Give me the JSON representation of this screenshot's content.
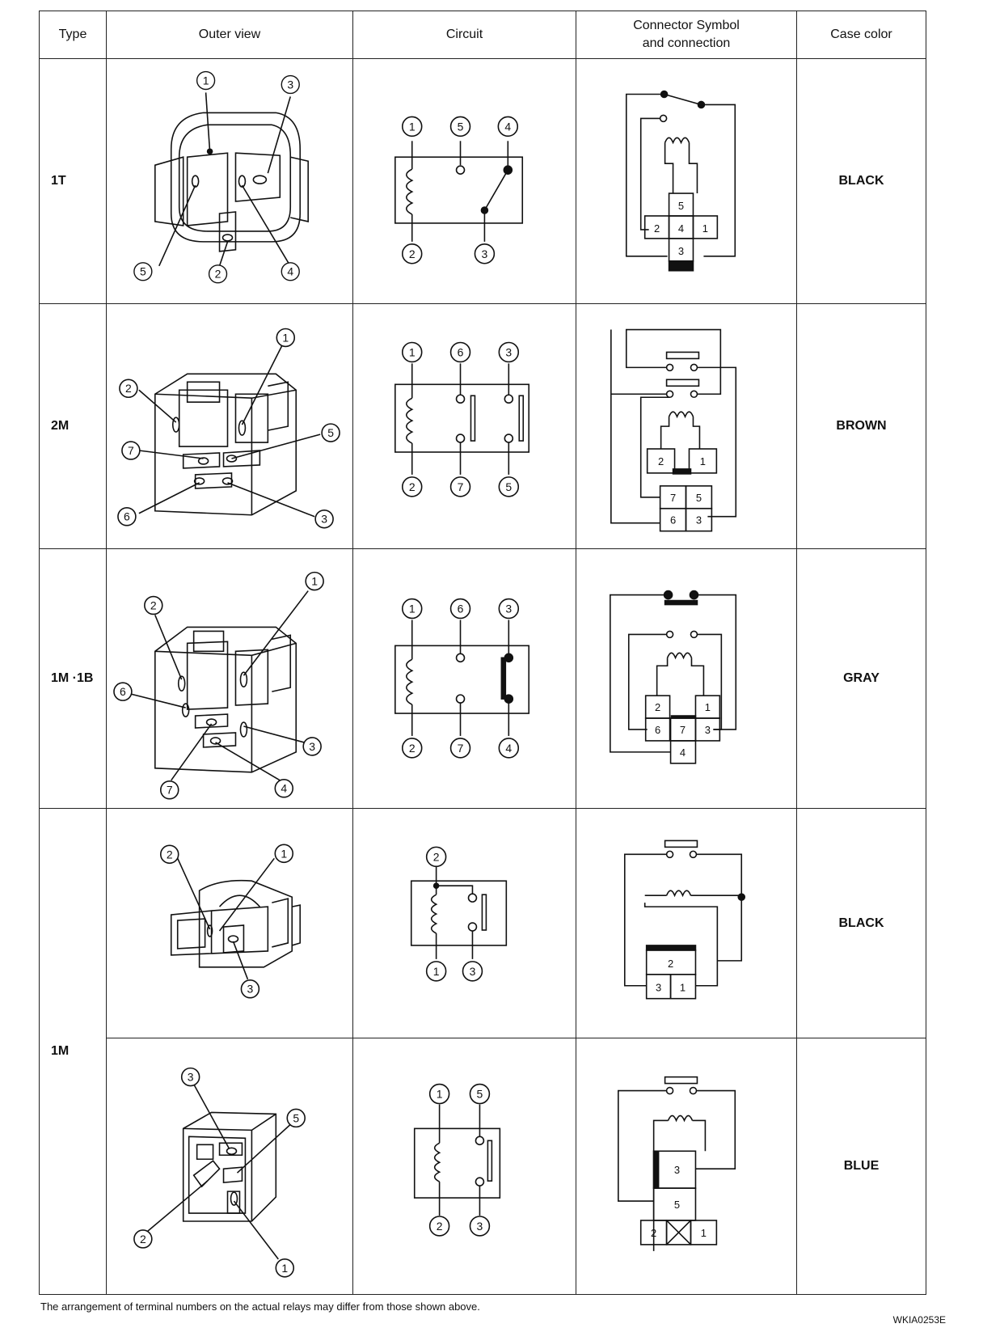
{
  "headers": {
    "type": "Type",
    "outer_view": "Outer view",
    "circuit": "Circuit",
    "connector_line1": "Connector Symbol",
    "connector_line2": "and connection",
    "case_color": "Case color"
  },
  "rows": [
    {
      "type": "1T",
      "case_color": "BLACK"
    },
    {
      "type": "2M",
      "case_color": "BROWN"
    },
    {
      "type": "1M ·1B",
      "case_color": "GRAY"
    },
    {
      "type": "1M",
      "case_color": "BLACK"
    },
    {
      "type": "",
      "case_color": "BLUE"
    }
  ],
  "footnote": "The arrangement of terminal numbers on the actual relays may differ from those shown above.",
  "figure_code": "WKIA0253E"
}
